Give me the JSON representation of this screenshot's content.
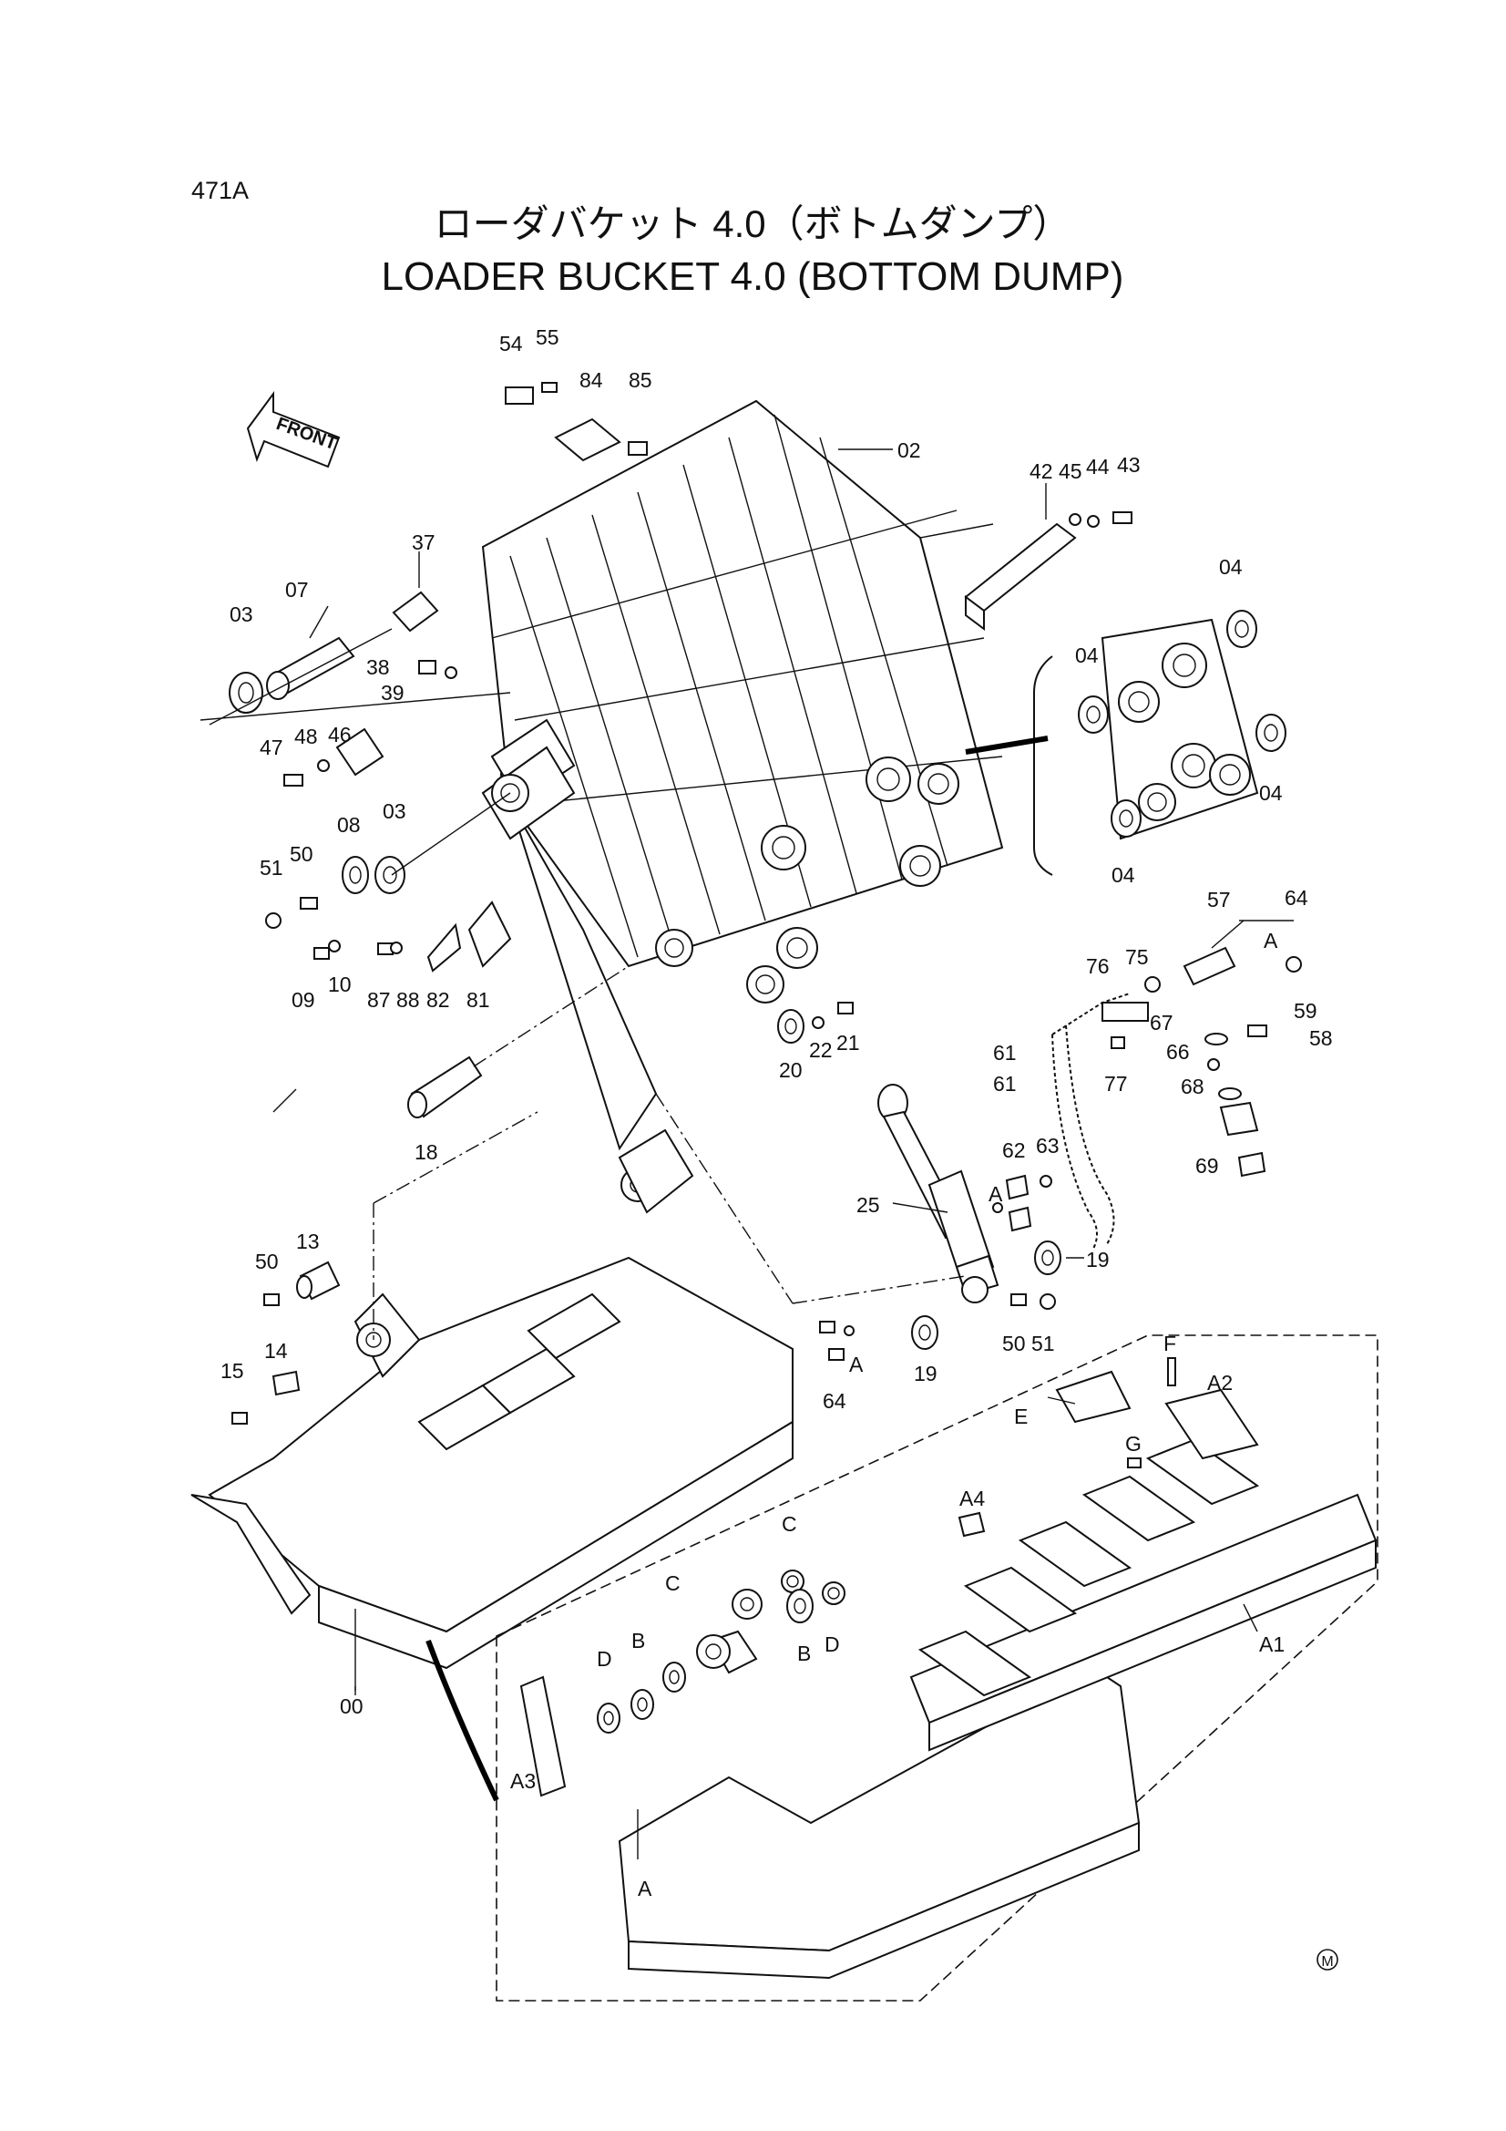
{
  "page_code": "471A",
  "title_jp": "ローダバケット 4.0（ボトムダンプ）",
  "title_en": "LOADER BUCKET 4.0 (BOTTOM DUMP)",
  "front_label": "FRONT",
  "corner_mark": "M",
  "labels": {
    "p54": "54",
    "p55": "55",
    "p84": "84",
    "p85": "85",
    "p02": "02",
    "p42": "42",
    "p45": "45",
    "p44": "44",
    "p43": "43",
    "p37": "37",
    "p07": "07",
    "p03a": "03",
    "p38": "38",
    "p39": "39",
    "p47": "47",
    "p48": "48",
    "p46": "46",
    "p04a": "04",
    "p04b": "04",
    "p04c": "04",
    "p04d": "04",
    "p08": "08",
    "p03b": "03",
    "p51a": "51",
    "p50a": "50",
    "p09": "09",
    "p10": "10",
    "p87": "87",
    "p88": "88",
    "p82": "82",
    "p81": "81",
    "p57": "57",
    "p64a": "64",
    "pAa": "A",
    "p76": "76",
    "p75": "75",
    "p59": "59",
    "p67": "67",
    "p58": "58",
    "p66": "66",
    "p61a": "61",
    "p61b": "61",
    "p77": "77",
    "p68": "68",
    "p69": "69",
    "p20": "20",
    "p22": "22",
    "p21": "21",
    "p18": "18",
    "p62": "62",
    "p63": "63",
    "pAb": "A",
    "p25": "25",
    "p19a": "19",
    "p50b": "50",
    "p51b": "51",
    "pAc": "A",
    "p64b": "64",
    "p19b": "19",
    "p50c": "50",
    "p13": "13",
    "p15": "15",
    "p14": "14",
    "pF": "F",
    "pA2": "A2",
    "pE": "E",
    "pG": "G",
    "pC1": "C",
    "pC2": "C",
    "pA4": "A4",
    "pB1": "B",
    "pB2": "B",
    "pD1": "D",
    "pD2": "D",
    "pA1": "A1",
    "p00": "00",
    "pA3": "A3",
    "pA": "A"
  }
}
